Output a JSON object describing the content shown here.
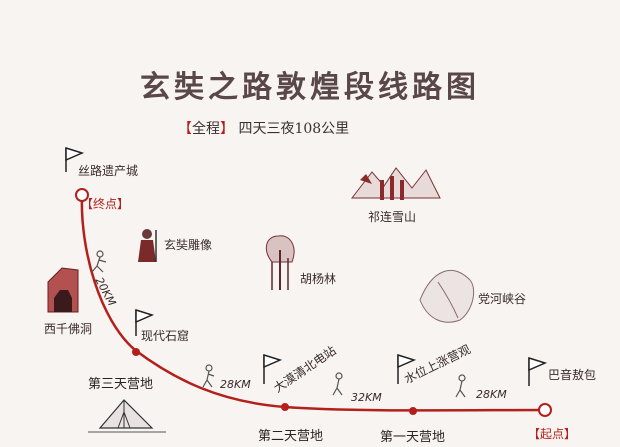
{
  "title": "玄奘之路敦煌段线路图",
  "subtitle": {
    "bracket_open": "【",
    "label": "全程",
    "bracket_close": "】",
    "text": "四天三夜108公里"
  },
  "start": {
    "name": "巴音敖包",
    "tag": "【起点】"
  },
  "end": {
    "name": "丝路遗产城",
    "tag": "【终点】"
  },
  "waypoints": [
    {
      "name": "水位上涨营观"
    },
    {
      "name": "大漠清北电站"
    },
    {
      "name": "现代石窟"
    }
  ],
  "camps": [
    "第一天营地",
    "第二天营地",
    "第三天营地"
  ],
  "distances": [
    "28KM",
    "32KM",
    "28KM",
    "20KM"
  ],
  "landmarks": [
    "祁连雪山",
    "玄奘雕像",
    "胡杨林",
    "党河峡谷",
    "西千佛洞"
  ],
  "colors": {
    "route": "#b3201b",
    "accent": "#b3201b",
    "ink": "#3a2a2a"
  },
  "icons": [
    "flag-icon",
    "hiker-icon",
    "tent-icon",
    "mountain-icon",
    "tree-icon",
    "statue-icon",
    "canyon-icon",
    "cave-icon"
  ]
}
